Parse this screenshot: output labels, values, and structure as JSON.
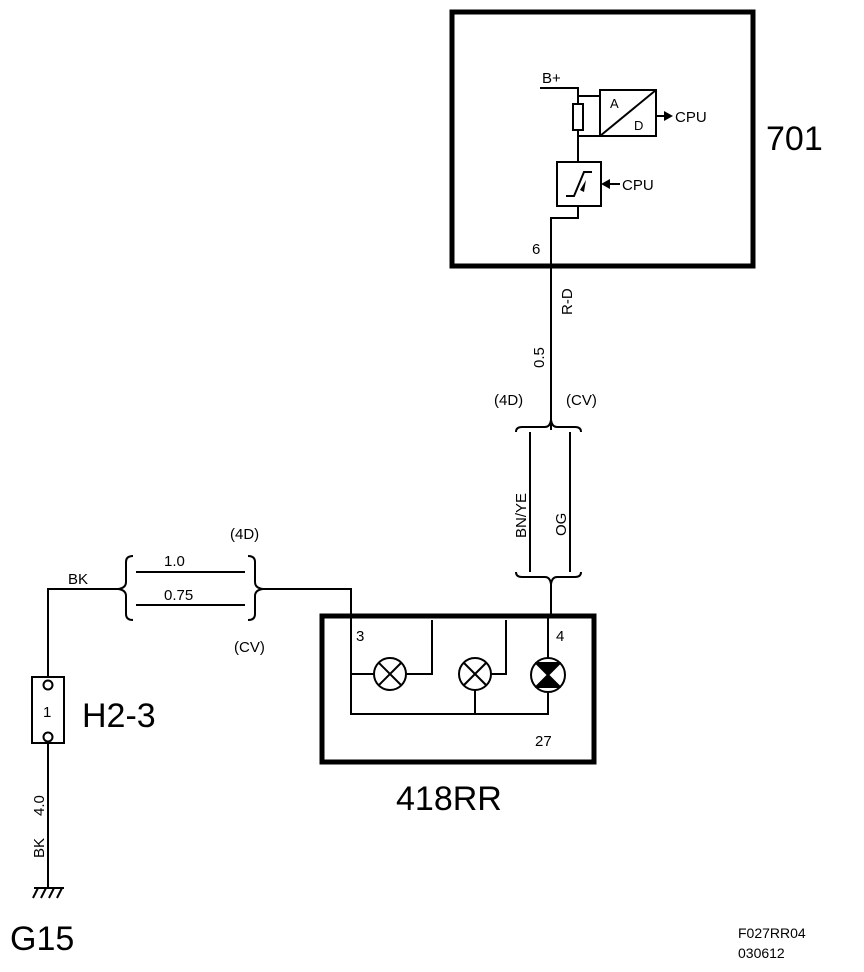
{
  "components": {
    "module_701": {
      "label": "701",
      "supply_label": "B+",
      "converter_in": "A",
      "converter_out": "D",
      "cpu_out_label": "CPU",
      "cpu_in_label": "CPU",
      "pin": "6"
    },
    "lamp_unit": {
      "label": "418RR",
      "pin_left": "3",
      "pin_right": "4",
      "pin_ground": "27"
    },
    "connector": {
      "label": "H2-3",
      "pin": "1"
    },
    "ground": {
      "label": "G15"
    }
  },
  "wires": {
    "signal": {
      "color": "R-D",
      "size": "0.5"
    },
    "variant_right": {
      "variant_a": "(4D)",
      "variant_b": "(CV)",
      "color_a": "BN/YE",
      "color_b": "OG"
    },
    "variant_left": {
      "color": "BK",
      "size_a": "1.0",
      "size_b": "0.75",
      "variant_a": "(4D)",
      "variant_b": "(CV)"
    },
    "ground": {
      "color": "BK",
      "size": "4.0"
    }
  },
  "figure": {
    "code": "F027RR04",
    "date": "030612"
  }
}
